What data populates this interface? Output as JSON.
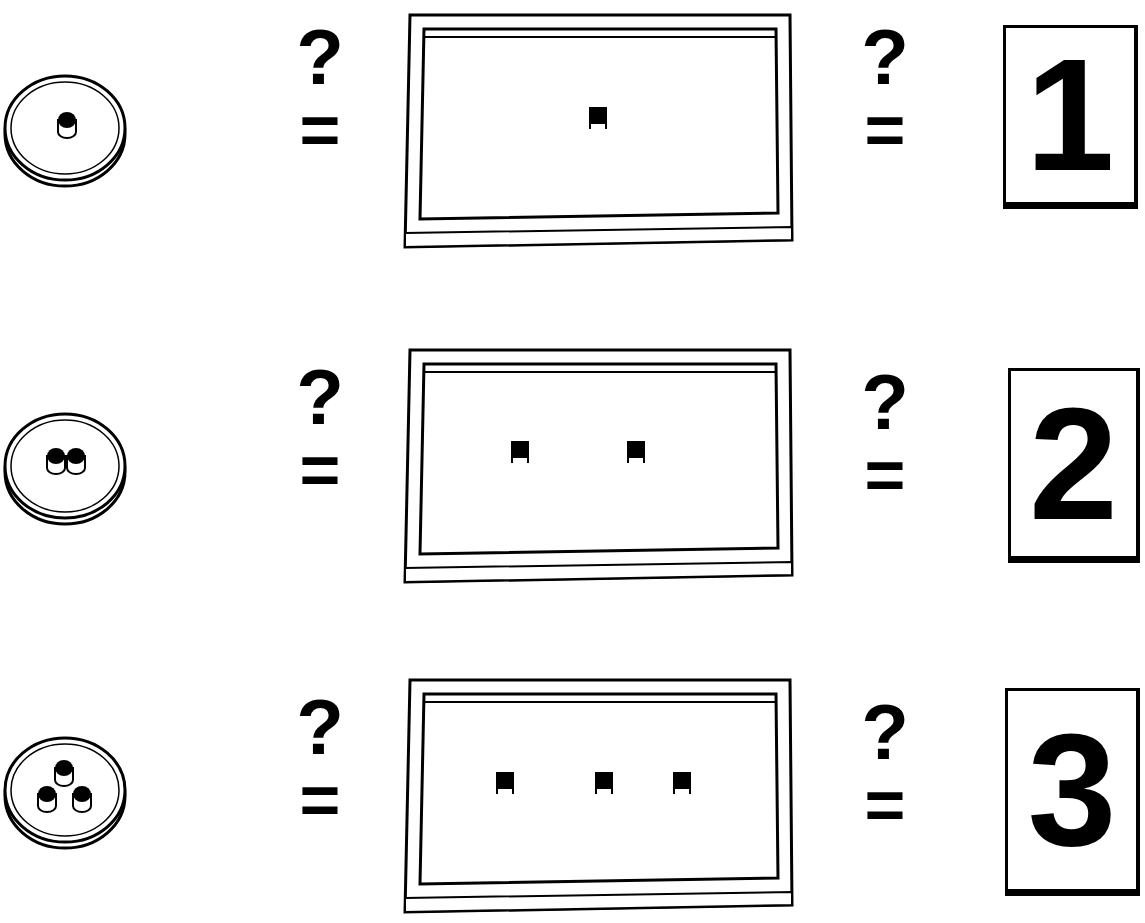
{
  "diagram": {
    "nodes": [
      {
        "text": [
          "1"
        ]
      },
      {
        "text": [
          "2"
        ]
      },
      {
        "text": [
          "3"
        ]
      }
    ],
    "labels": [
      "?",
      "=",
      "?",
      "=",
      "?",
      "=",
      "?",
      "=",
      "?",
      "=",
      "?",
      "="
    ]
  }
}
